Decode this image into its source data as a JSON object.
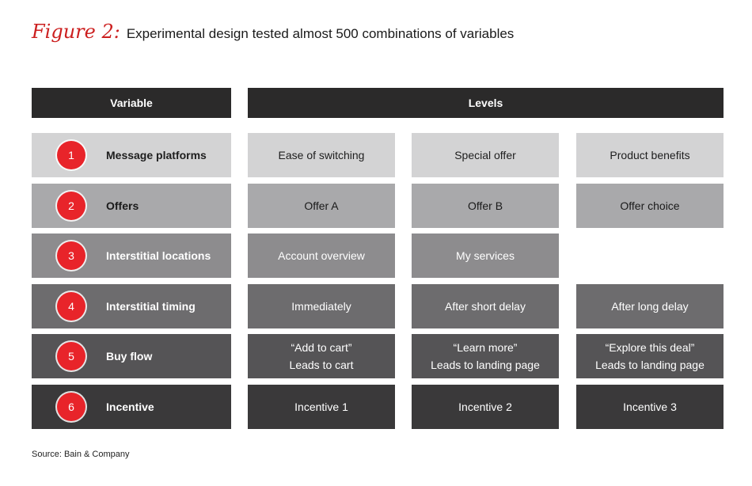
{
  "figure": {
    "label": "Figure 2:",
    "title": "Experimental design tested almost 500 combinations of variables"
  },
  "headers": {
    "variable": "Variable",
    "levels": "Levels"
  },
  "rows": [
    {
      "number": "1",
      "name": "Message platforms",
      "levels": [
        [
          "Ease of switching"
        ],
        [
          "Special offer"
        ],
        [
          "Product benefits"
        ]
      ]
    },
    {
      "number": "2",
      "name": "Offers",
      "levels": [
        [
          "Offer A"
        ],
        [
          "Offer B"
        ],
        [
          "Offer choice"
        ]
      ]
    },
    {
      "number": "3",
      "name": "Interstitial locations",
      "levels": [
        [
          "Account overview"
        ],
        [
          "My services"
        ]
      ]
    },
    {
      "number": "4",
      "name": "Interstitial timing",
      "levels": [
        [
          "Immediately"
        ],
        [
          "After short delay"
        ],
        [
          "After long delay"
        ]
      ]
    },
    {
      "number": "5",
      "name": "Buy flow",
      "levels": [
        [
          "“Add to cart”",
          "Leads to cart"
        ],
        [
          "“Learn more”",
          "Leads to landing page"
        ],
        [
          "“Explore this deal”",
          "Leads to landing page"
        ]
      ]
    },
    {
      "number": "6",
      "name": "Incentive",
      "levels": [
        [
          "Incentive 1"
        ],
        [
          "Incentive 2"
        ],
        [
          "Incentive 3"
        ]
      ]
    }
  ],
  "source": "Source: Bain & Company",
  "colors": {
    "accent_red": "#e8242a",
    "header_bg": "#2b2a2a",
    "title_red": "#cc1f1f"
  }
}
